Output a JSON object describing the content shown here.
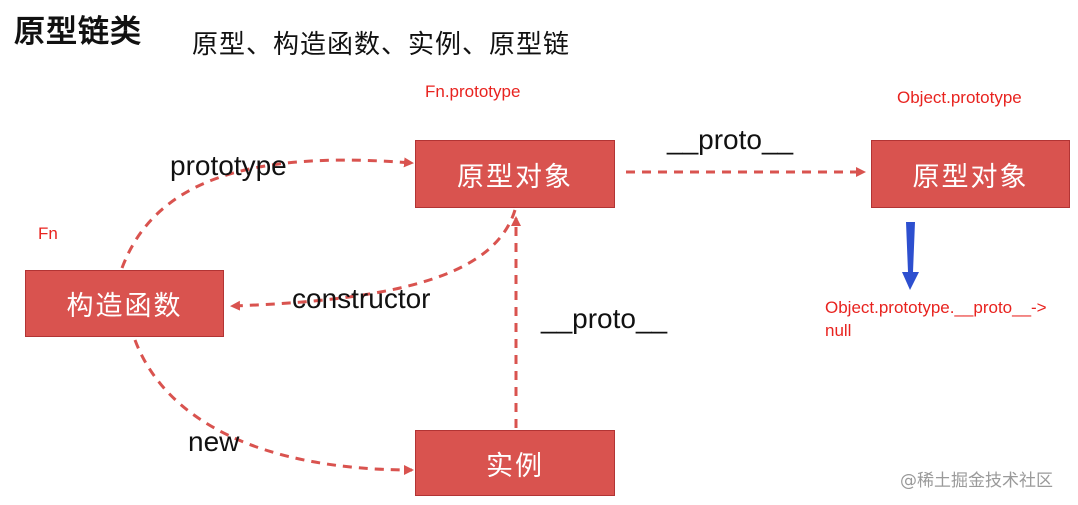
{
  "heading": {
    "title": "原型链类",
    "subtitle": "原型、构造函数、实例、原型链"
  },
  "nodes": {
    "constructor_fn": "构造函数",
    "fn_prototype": "原型对象",
    "object_prototype": "原型对象",
    "instance": "实例"
  },
  "edge_labels": {
    "prototype": "prototype",
    "constructor": "constructor",
    "new": "new",
    "proto_instance": "__proto__",
    "proto_chain": "__proto__"
  },
  "annotations": {
    "fn": "Fn",
    "fn_prototype": "Fn.prototype",
    "object_prototype": "Object.prototype",
    "chain_end_line1": "Object.prototype.__proto__->",
    "chain_end_line2": "null"
  },
  "watermark": "@稀土掘金技术社区",
  "colors": {
    "node_fill": "#d9534f",
    "arrow": "#d9534f",
    "annotation_text": "#e8231f",
    "down_arrow": "#2d4fcf",
    "label_text": "#111111"
  }
}
